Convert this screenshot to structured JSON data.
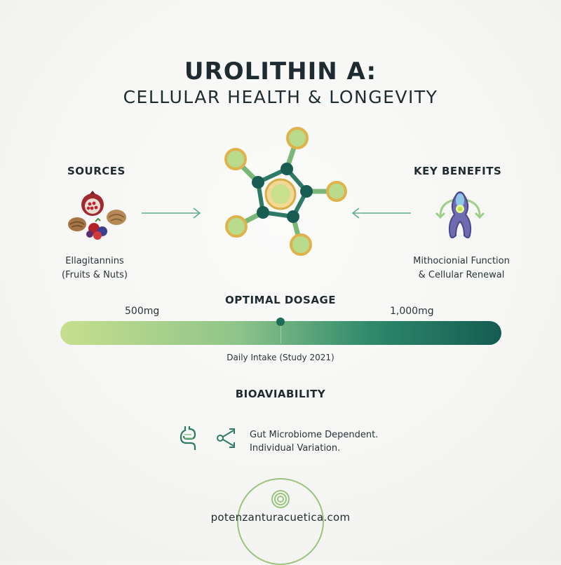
{
  "header": {
    "title": "UROLITHIN A:",
    "subtitle": "CELLULAR HEALTH & LONGEVITY"
  },
  "sources": {
    "heading": "SOURCES",
    "caption_line1": "Ellagitannins",
    "caption_line2": "(Fruits & Nuts)",
    "icon": "fruits-nuts-icon"
  },
  "benefits": {
    "heading": "KEY BENEFITS",
    "caption_line1": "Mithocionial Function",
    "caption_line2": "& Cellular Renewal",
    "icon": "mitochondria-icon"
  },
  "molecule": {
    "icon": "molecule-icon"
  },
  "dosage": {
    "heading": "OPTIMAL DOSAGE",
    "min_label": "500mg",
    "max_label": "1,000mg",
    "note": "Daily Intake (Study 2021)"
  },
  "bioavailability": {
    "heading": "BIOAVIABILITY",
    "line1": "Gut Microbiome Dependent.",
    "line2": "Individual Variation.",
    "icons": [
      "gut-icon",
      "share-network-icon"
    ]
  },
  "footer": {
    "website": "potenzanturacuetica.com",
    "icon": "spiral-logo-icon"
  },
  "colors": {
    "dark_green": "#1f5f52",
    "light_green": "#c7df8d",
    "gold": "#e0b24c",
    "text": "#1e2b30"
  }
}
